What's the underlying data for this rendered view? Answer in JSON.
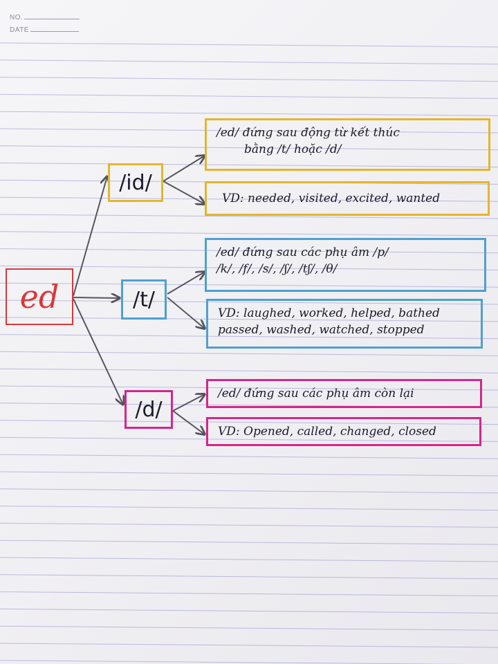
{
  "header": {
    "no_label": "NO.",
    "date_label": "DATE"
  },
  "root": {
    "text": "ed"
  },
  "sounds": [
    {
      "text": "/id/",
      "color": "#e3b62c"
    },
    {
      "text": "/t/",
      "color": "#4ea0d0"
    },
    {
      "text": "/d/",
      "color": "#d4268a"
    }
  ],
  "notes": {
    "id_rule": [
      "/ed/ đứng sau động từ kết thúc",
      "bằng /t/ hoặc /d/"
    ],
    "id_example": "VD: needed, visited, excited, wanted",
    "t_rule": [
      "/ed/ đứng sau các phụ âm /p/",
      "/k/, /f/, /s/, /ʃ/, /tʃ/, /θ/"
    ],
    "t_example": [
      "VD: laughed, worked, helped, bathed",
      "passed, washed, watched, stopped"
    ],
    "d_rule": "/ed/ đứng sau các phụ âm còn lại",
    "d_example": "VD: Opened, called, changed, closed"
  },
  "colors": {
    "root": "#d9383a",
    "arrow": "#555560",
    "ruled_line": "#a9a8d6"
  }
}
